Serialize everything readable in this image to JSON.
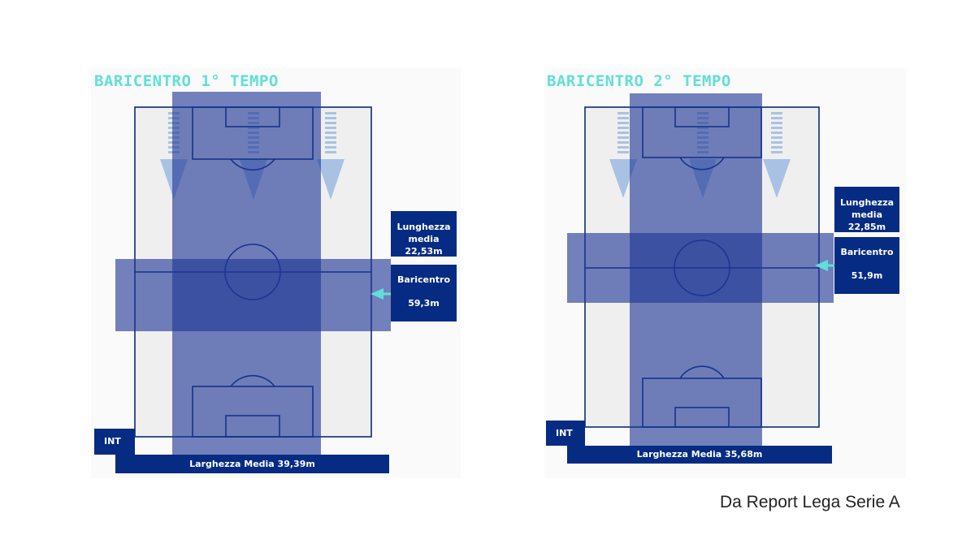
{
  "panels": [
    {
      "title": "BARICENTRO 1° TEMPO",
      "length_box": {
        "line1": "Lunghezza",
        "line2": "media 22,53m"
      },
      "centroid_box": {
        "line1": "Baricentro",
        "line2": "59,3m"
      },
      "team_label": "INT",
      "width_label": "Larghezza Media 39,39m"
    },
    {
      "title": "BARICENTRO 2° TEMPO",
      "length_box": {
        "line1": "Lunghezza",
        "line2": "media 22,85m"
      },
      "centroid_box": {
        "line1": "Baricentro",
        "line2": "51,9m"
      },
      "team_label": "INT",
      "width_label": "Larghezza Media 35,68m"
    }
  ],
  "source": "Da Report Lega Serie A",
  "colors": {
    "title": "#5fe0d8",
    "dark_blue": "#062b82",
    "overlay_blue": "#1e3796",
    "pitch_bg": "#efefef",
    "arrow_light": "#a9c2e4",
    "arrow_teal": "#5fe0d8"
  }
}
